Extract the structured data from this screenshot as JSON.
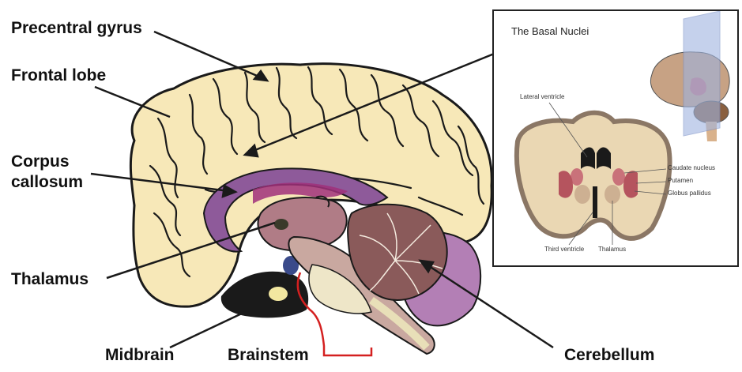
{
  "labels": {
    "precentral_gyrus": "Precentral gyrus",
    "frontal_lobe": "Frontal lobe",
    "corpus_callosum_line1": "Corpus",
    "corpus_callosum_line2": "callosum",
    "thalamus": "Thalamus",
    "midbrain": "Midbrain",
    "brainstem": "Brainstem",
    "cerebellum": "Cerebellum"
  },
  "inset": {
    "title": "The Basal Nuclei",
    "labels": {
      "lateral_ventricle": "Lateral ventricle",
      "caudate_nucleus": "Caudate nucleus",
      "putamen": "Putamen",
      "globus_pallidus": "Globus pallidus",
      "third_ventricle": "Third ventricle",
      "thalamus": "Thalamus"
    }
  },
  "colors": {
    "cortex": "#f7e8b8",
    "sulci": "#1a1a1a",
    "corpus_callosum": "#8e5a9a",
    "thalamus": "#b07c86",
    "cerebellum": "#8a5a5a",
    "cerebellum_outer": "#b37fb5",
    "brainstem": "#c9a8a0",
    "midbrain_dark": "#1a1a1a",
    "bracket": "#d42020",
    "basal_nuclei": "#c9727a"
  }
}
